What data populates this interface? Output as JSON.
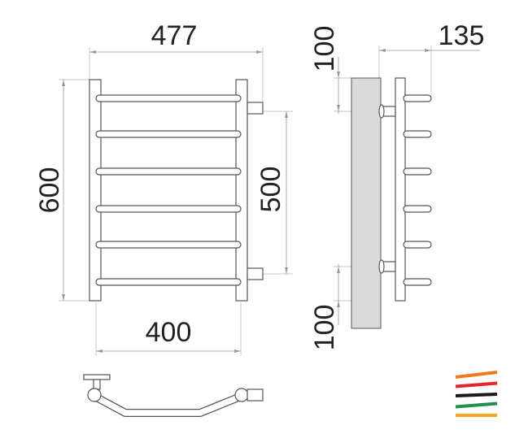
{
  "front_view": {
    "overall_width": "477",
    "overall_height": "600",
    "connection_distance": "500",
    "rail_width": "400",
    "rung_count": 6
  },
  "side_view": {
    "depth": "135",
    "top_offset": "100",
    "bottom_offset": "100",
    "rung_count": 6
  },
  "top_view": {},
  "logo": {
    "stripe_colors": [
      "#f07a1c",
      "#e3262b",
      "#1a1a1a",
      "#1f8f4e",
      "#f5a623"
    ]
  }
}
